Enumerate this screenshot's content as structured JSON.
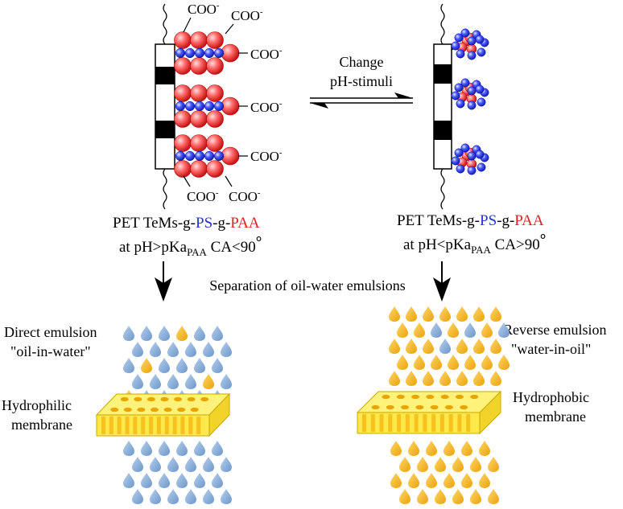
{
  "left_state": {
    "charges": [
      "COO",
      "COO",
      "COO",
      "COO",
      "COO",
      "COO",
      "COO"
    ],
    "charge_sign": "-",
    "caption_line1": {
      "prefix": "PET TeMs-g-",
      "ps": "PS",
      "sep": "-g-",
      "paa": "PAA"
    },
    "caption_line2": {
      "a": "at pH>pKa",
      "sub": "PAA",
      "b": " CA<90",
      "deg": "°"
    }
  },
  "right_state": {
    "caption_line1": {
      "prefix": "PET TeMs-g-",
      "ps": "PS",
      "sep": "-g-",
      "paa": "PAA"
    },
    "caption_line2": {
      "a": "at pH<pKa",
      "sub": "PAA",
      "b": " CA>90",
      "deg": "°"
    }
  },
  "equilibrium": {
    "line1": "Change",
    "line2": "pH-stimuli"
  },
  "process_label": "Separation of oil-water emulsions",
  "left_emulsion": {
    "title_line1": "Direct emulsion",
    "title_line2": "\"oil-in-water\"",
    "membrane_line1": "Hydrophilic",
    "membrane_line2": "membrane"
  },
  "right_emulsion": {
    "title_line1": "Reverse emulsion",
    "title_line2": "\"water-in-oil\"",
    "membrane_line1": "Hydrophobic",
    "membrane_line2": "membrane"
  },
  "colors": {
    "ps_blue": "#2233cc",
    "paa_red": "#e02020",
    "water_drop": "#7fa7d6",
    "oil_drop": "#f5b51c",
    "membrane": "#ffe84a"
  }
}
